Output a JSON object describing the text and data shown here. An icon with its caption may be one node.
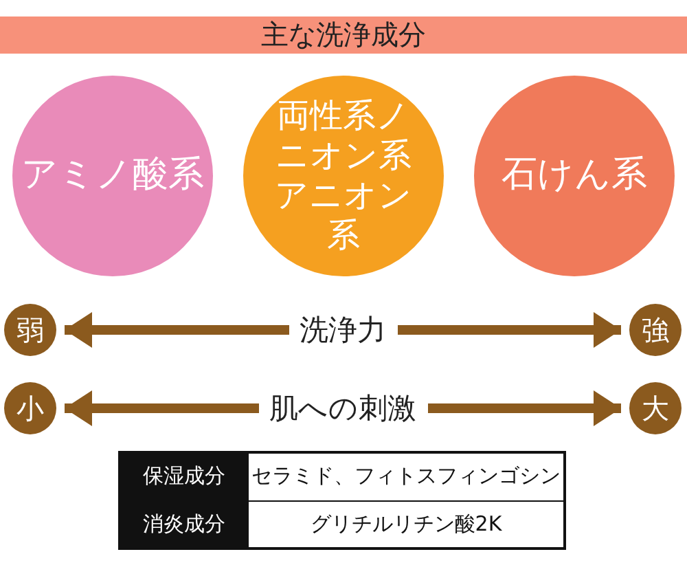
{
  "diagram": {
    "title": "主な洗浄成分",
    "nodes": [
      {
        "text": [
          "アミノ酸系"
        ]
      },
      {
        "text": [
          "両性系ノニオン系アニオン系"
        ]
      },
      {
        "text": [
          "石けん系"
        ]
      },
      {
        "text": [
          "弱"
        ]
      },
      {
        "text": [
          "強"
        ]
      },
      {
        "text": [
          "小"
        ]
      },
      {
        "text": [
          "大"
        ]
      }
    ],
    "edges": [
      {
        "from": 3,
        "to": 4,
        "arrow": "both",
        "label": "洗浄力"
      },
      {
        "from": 5,
        "to": 6,
        "arrow": "both",
        "label": "肌への刺激"
      }
    ],
    "labels": [
      "保湿成分",
      "セラミド、フィトスフィンゴシン",
      "消炎成分",
      "グリチルリチン酸2K"
    ]
  }
}
